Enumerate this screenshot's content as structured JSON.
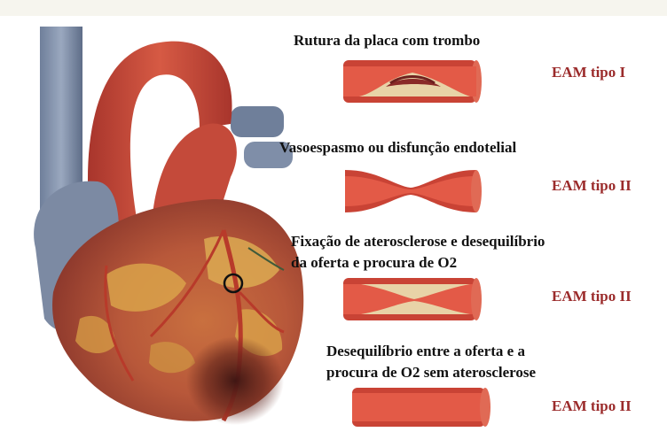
{
  "colors": {
    "label": "#9b2b2b",
    "vessel_wall": "#c94335",
    "lumen": "#e35a47",
    "plaque": "#e8d3a7",
    "thrombus": "#8a2a28"
  },
  "panels": [
    {
      "caption": [
        "Rutura da placa com trombo"
      ],
      "type_label": "EAM tipo I",
      "vessel": "plaque-with-thrombus"
    },
    {
      "caption": [
        "Vasoespasmo ou disfunção endotelial"
      ],
      "type_label": "EAM tipo II",
      "vessel": "vasospasm"
    },
    {
      "caption": [
        "Fixação de aterosclerose e desequilíbrio",
        "da oferta e procura de O2"
      ],
      "type_label": "EAM tipo II",
      "vessel": "fixed-atherosclerosis"
    },
    {
      "caption": [
        "Desequilíbrio entre a oferta e a",
        "procura de O2 sem aterosclerose"
      ],
      "type_label": "EAM tipo II",
      "vessel": "normal-artery"
    }
  ]
}
